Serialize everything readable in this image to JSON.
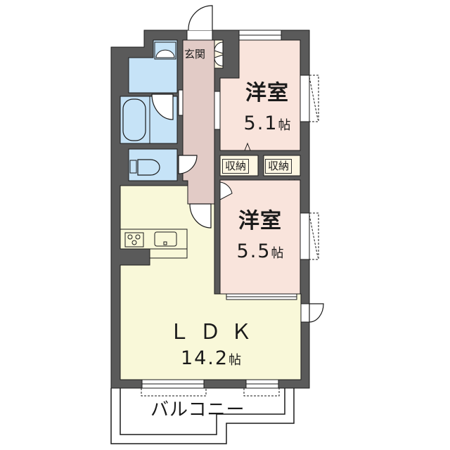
{
  "floorplan": {
    "colors": {
      "wall": "#5a5a5a",
      "western_room": "#f9e4dc",
      "hallway": "#e2cbc6",
      "wet_area": "#c6e3f7",
      "ldk": "#f9f8d9",
      "storage": "#fdf7e3",
      "outline": "#1a1a1a"
    },
    "rooms": [
      {
        "id": "western1",
        "name": "洋室",
        "size": "5.1",
        "unit": "帖"
      },
      {
        "id": "western2",
        "name": "洋室",
        "size": "5.5",
        "unit": "帖"
      },
      {
        "id": "ldk",
        "name": "ＬＤＫ",
        "size": "14.2",
        "unit": "帖"
      }
    ],
    "labels": {
      "entrance": "玄関",
      "storage1": "収納",
      "storage2": "収納",
      "balcony": "バルコニー"
    },
    "icons": [
      "toilet-icon",
      "bathtub-icon",
      "washbasin-icon",
      "stove-icon",
      "sink-icon",
      "door-swing-icon",
      "window-icon"
    ]
  }
}
